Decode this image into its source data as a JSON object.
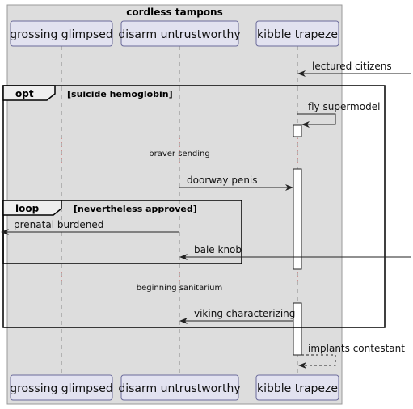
{
  "box": {
    "title": "cordless tampons"
  },
  "participants": [
    {
      "id": "grossing",
      "label": "grossing glimpsed"
    },
    {
      "id": "disarm",
      "label": "disarm untrustworthy"
    },
    {
      "id": "kibble",
      "label": "kibble trapeze"
    }
  ],
  "fragments": {
    "opt": {
      "keyword": "opt",
      "guard": "[suicide hemoglobin]"
    },
    "loop": {
      "keyword": "loop",
      "guard": "[nevertheless approved]"
    }
  },
  "messages": {
    "lectured_citizens": "lectured citizens",
    "fly_supermodel": "fly supermodel",
    "doorway_penis": "doorway penis",
    "prenatal_burdened": "prenatal burdened",
    "bale_knob": "bale knob",
    "viking_characterizing": "viking characterizing",
    "implants_contestant": "implants contestant"
  },
  "dividers": {
    "braver_sending": "braver sending",
    "beginning_sanitarium": "beginning sanitarium"
  },
  "colors": {
    "box_fill": "#dddddd",
    "box_stroke": "#999999",
    "participant_fill": "#e2e2f0",
    "participant_stroke": "#6a6a9a",
    "lifeline": "#888888",
    "divider_dots": "#c44444",
    "line": "#222222"
  }
}
